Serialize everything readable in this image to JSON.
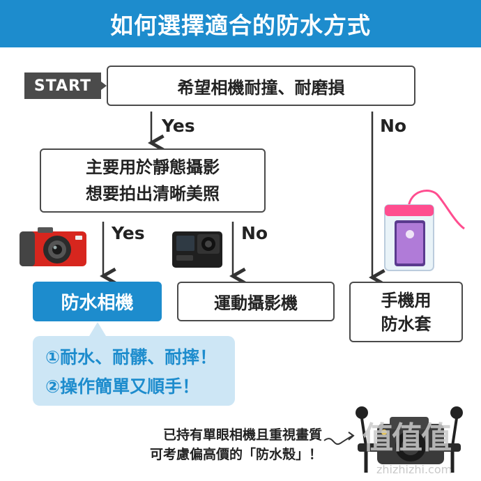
{
  "header": {
    "title": "如何選擇適合的防水方式"
  },
  "start": "START",
  "top_question": "希望相機耐撞、耐磨損",
  "yes_1": "Yes",
  "no_1": "No",
  "second_question": {
    "line1": "主要用於靜態攝影",
    "line2": "想要拍出清晰美照"
  },
  "yes_2": "Yes",
  "no_2": "No",
  "result_waterproof_camera": "防水相機",
  "result_action_camera": "運動攝影機",
  "result_phone_bag": {
    "line1": "手機用",
    "line2": "防水套"
  },
  "tip": {
    "line1": "①耐水、耐髒、耐摔！",
    "line2": "②操作簡單又順手！"
  },
  "note": {
    "line1": "已持有單眼相機且重視畫質",
    "line2": "可考慮偏高價的「防水殼」！"
  },
  "watermark": {
    "main": "值值值",
    "sub": "zhizhizhi.com"
  },
  "colors": {
    "accent": "#1d8ccd",
    "dark": "#4b4b4b",
    "tip_bg": "#cde6f5",
    "pink": "#ff4d8f"
  }
}
